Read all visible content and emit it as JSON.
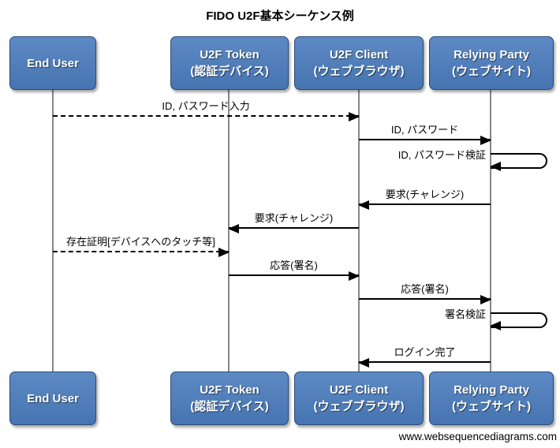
{
  "title": "FIDO U2F基本シーケンス例",
  "watermark": "www.websequencediagrams.com",
  "colors": {
    "actor_fill_top": "#5d8ac4",
    "actor_fill_bottom": "#4674b0",
    "actor_border": "#2c4a76",
    "actor_text": "#ffffff",
    "lifeline": "#878787",
    "message_line": "#000000",
    "title_text": "#000000"
  },
  "actors": [
    {
      "id": "end-user",
      "line1": "End User",
      "line2": ""
    },
    {
      "id": "u2f-token",
      "line1": "U2F Token",
      "line2": "(認証デバイス)"
    },
    {
      "id": "u2f-client",
      "line1": "U2F Client",
      "line2": "(ウェブブラウザ)"
    },
    {
      "id": "relying-party",
      "line1": "Relying Party",
      "line2": "(ウェブサイト)"
    }
  ],
  "messages": [
    {
      "label": "ID, パスワード入力",
      "from": "end-user",
      "to": "u2f-client",
      "style": "dashed",
      "direction": "right"
    },
    {
      "label": "ID, パスワード",
      "from": "u2f-client",
      "to": "relying-party",
      "style": "solid",
      "direction": "right"
    },
    {
      "label": "ID, パスワード検証",
      "from": "relying-party",
      "to": "relying-party",
      "style": "self",
      "direction": "self"
    },
    {
      "label": "要求(チャレンジ)",
      "from": "relying-party",
      "to": "u2f-client",
      "style": "solid",
      "direction": "left"
    },
    {
      "label": "要求(チャレンジ)",
      "from": "u2f-client",
      "to": "u2f-token",
      "style": "solid",
      "direction": "left"
    },
    {
      "label": "存在証明[デバイスへのタッチ等]",
      "from": "end-user",
      "to": "u2f-token",
      "style": "dashed",
      "direction": "right"
    },
    {
      "label": "応答(署名)",
      "from": "u2f-token",
      "to": "u2f-client",
      "style": "solid",
      "direction": "right"
    },
    {
      "label": "応答(署名)",
      "from": "u2f-client",
      "to": "relying-party",
      "style": "solid",
      "direction": "right"
    },
    {
      "label": "署名検証",
      "from": "relying-party",
      "to": "relying-party",
      "style": "self",
      "direction": "self"
    },
    {
      "label": "ログイン完了",
      "from": "relying-party",
      "to": "u2f-client",
      "style": "solid",
      "direction": "left"
    }
  ]
}
